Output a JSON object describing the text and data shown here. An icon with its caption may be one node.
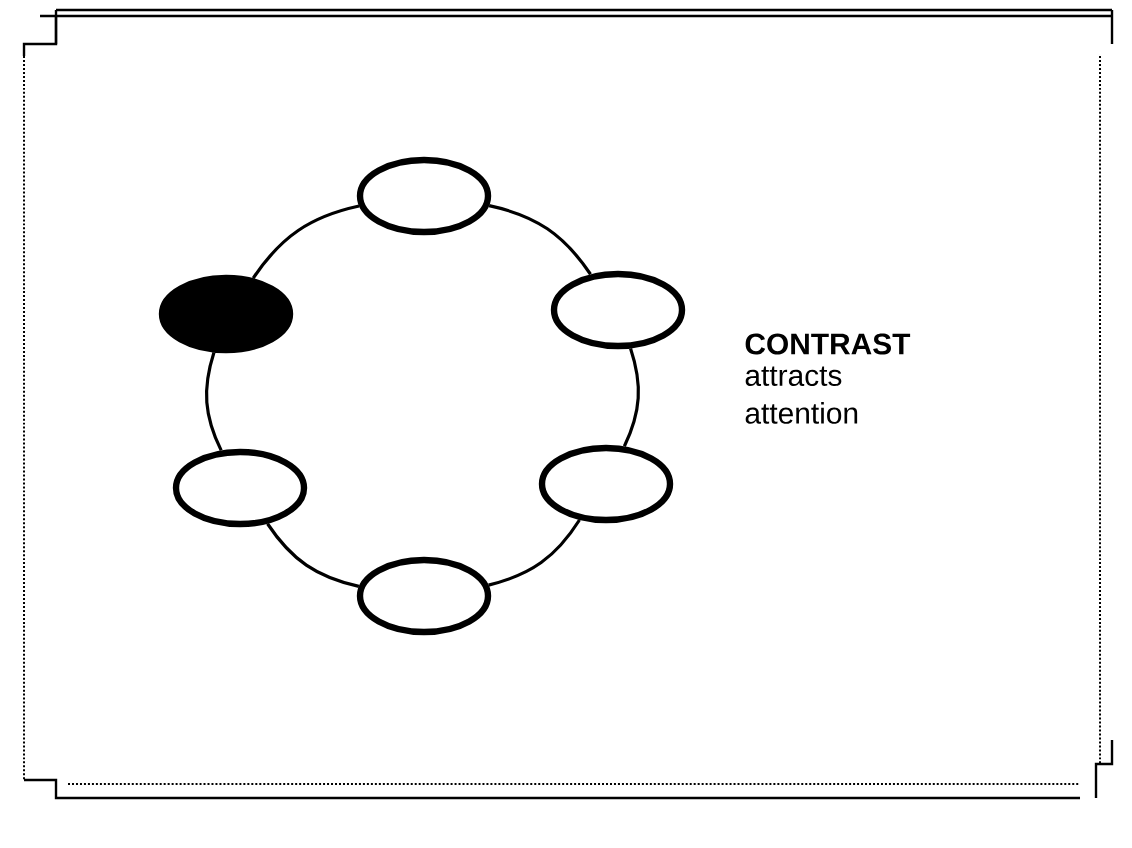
{
  "diagram": {
    "nodes": [
      {
        "text": [],
        "shape": "ellipse"
      },
      {
        "text": [],
        "shape": "ellipse"
      },
      {
        "text": [],
        "shape": "ellipse"
      },
      {
        "text": [],
        "shape": "ellipse"
      },
      {
        "text": [],
        "shape": "ellipse"
      },
      {
        "text": [],
        "shape": "ellipse"
      }
    ],
    "edges": [
      {
        "from": 0,
        "to": 2,
        "arrow": "none"
      },
      {
        "from": 2,
        "to": 4,
        "arrow": "none"
      },
      {
        "from": 4,
        "to": 5,
        "arrow": "none"
      },
      {
        "from": 5,
        "to": 3,
        "arrow": "none"
      },
      {
        "from": 3,
        "to": 1,
        "arrow": "none"
      },
      {
        "from": 1,
        "to": 0,
        "arrow": "none"
      }
    ],
    "labels": [
      "CONTRAST",
      "attracts attention"
    ]
  }
}
